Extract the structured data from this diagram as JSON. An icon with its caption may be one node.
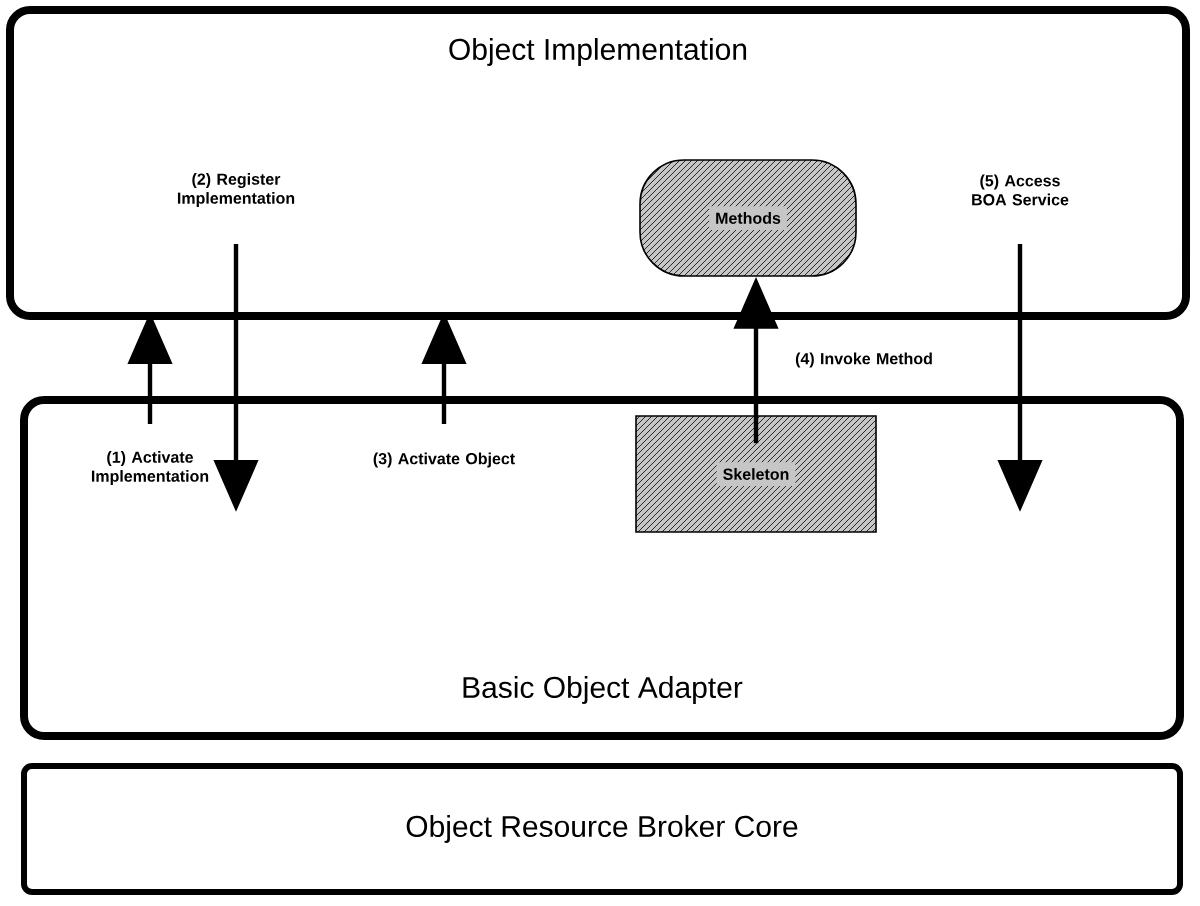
{
  "diagram": {
    "nodes": [
      {
        "text": [
          "Object Implementation"
        ]
      },
      {
        "text": [
          "Methods"
        ],
        "in": 0
      },
      {
        "text": [
          "Basic Object Adapter"
        ]
      },
      {
        "text": [
          "Skeleton"
        ],
        "in": 2
      },
      {
        "text": [
          "Object Resource Broker Core"
        ]
      }
    ],
    "edges": [
      {
        "from": 2,
        "to": 0,
        "arrow": "to",
        "label": "(1) Activate Implementation"
      },
      {
        "from": 0,
        "to": 2,
        "arrow": "to",
        "label": "(2) Register Implementation"
      },
      {
        "from": 2,
        "to": 0,
        "arrow": "to",
        "label": "(3) Activate Object"
      },
      {
        "from": 3,
        "to": 1,
        "arrow": "to",
        "label": "(4) Invoke Method"
      },
      {
        "from": 0,
        "to": 2,
        "arrow": "to",
        "label": "(5) Access BOA Service"
      }
    ]
  }
}
